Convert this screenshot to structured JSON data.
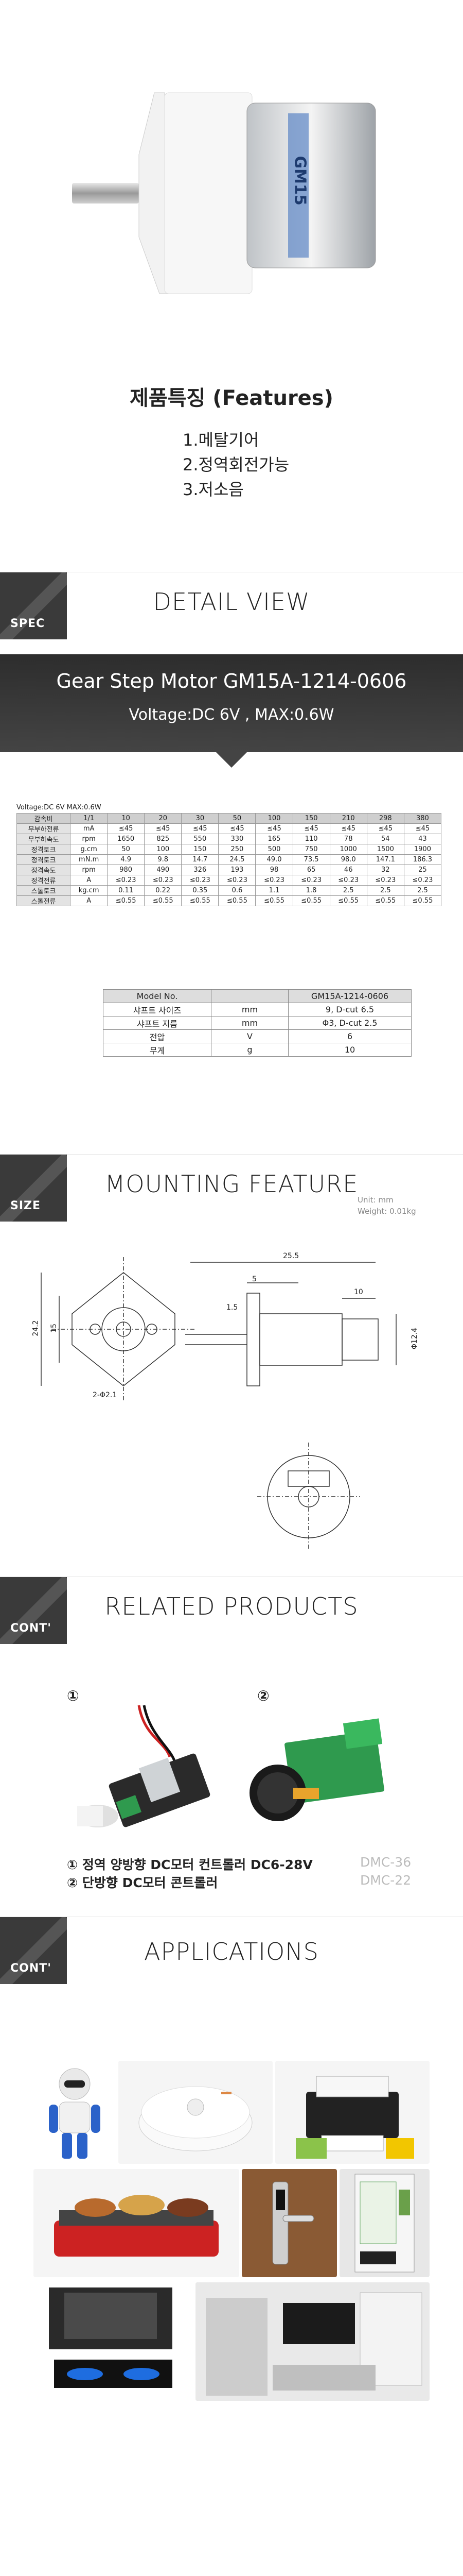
{
  "features": {
    "title": "제품특징 (Features)",
    "items": [
      "1.메탈기어",
      "2.정역회전가능",
      "3.저소음"
    ],
    "motor_label": "GM15"
  },
  "spec": {
    "tag": "SPEC",
    "title": "DETAIL VIEW",
    "banner_title": "Gear Step Motor GM15A-1214-0606",
    "banner_sub": "Voltage:DC 6V  , MAX:0.6W",
    "voltage_note": "Voltage:DC 6V    MAX:0.6W",
    "gear_table": {
      "header": [
        "감속비",
        "1/1",
        "10",
        "20",
        "30",
        "50",
        "100",
        "150",
        "210",
        "298",
        "380"
      ],
      "rows": [
        [
          "무부하전류",
          "mA",
          "≤45",
          "≤45",
          "≤45",
          "≤45",
          "≤45",
          "≤45",
          "≤45",
          "≤45",
          "≤45"
        ],
        [
          "무부하속도",
          "rpm",
          "1650",
          "825",
          "550",
          "330",
          "165",
          "110",
          "78",
          "54",
          "43"
        ],
        [
          "정격토크",
          "g.cm",
          "50",
          "100",
          "150",
          "250",
          "500",
          "750",
          "1000",
          "1500",
          "1900"
        ],
        [
          "정격토크",
          "mN.m",
          "4.9",
          "9.8",
          "14.7",
          "24.5",
          "49.0",
          "73.5",
          "98.0",
          "147.1",
          "186.3"
        ],
        [
          "정격속도",
          "rpm",
          "980",
          "490",
          "326",
          "193",
          "98",
          "65",
          "46",
          "32",
          "25"
        ],
        [
          "정격전류",
          "A",
          "≤0.23",
          "≤0.23",
          "≤0.23",
          "≤0.23",
          "≤0.23",
          "≤0.23",
          "≤0.23",
          "≤0.23",
          "≤0.23"
        ],
        [
          "스톨토크",
          "kg.cm",
          "0.11",
          "0.22",
          "0.35",
          "0.6",
          "1.1",
          "1.8",
          "2.5",
          "2.5",
          "2.5"
        ],
        [
          "스톨전류",
          "A",
          "≤0.55",
          "≤0.55",
          "≤0.55",
          "≤0.55",
          "≤0.55",
          "≤0.55",
          "≤0.55",
          "≤0.55",
          "≤0.55"
        ]
      ]
    },
    "model_table": {
      "header": [
        "Model No.",
        "",
        "GM15A-1214-0606"
      ],
      "rows": [
        [
          "샤프트 사이즈",
          "mm",
          "9, D-cut 6.5"
        ],
        [
          "샤프트 지름",
          "mm",
          "Φ3, D-cut 2.5"
        ],
        [
          "전압",
          "V",
          "6"
        ],
        [
          "무게",
          "g",
          "10"
        ]
      ]
    }
  },
  "size": {
    "tag": "SIZE",
    "title": "MOUNTING FEATURE",
    "unit": "Unit: mm",
    "weight": "Weight: 0.01kg",
    "dims": {
      "d1": "24.2",
      "d2": "15",
      "d3": "25.5",
      "d4": "5",
      "d5": "1.5",
      "d6": "10",
      "d7": "2-Φ2.1",
      "d8": "Φ12.4"
    }
  },
  "related": {
    "tag": "CONT'",
    "title": "RELATED PRODUCTS",
    "products": [
      {
        "num": "①",
        "desc": "① 정역 양방향 DC모터 컨트롤러 DC6-28V",
        "code": "DMC-36"
      },
      {
        "num": "②",
        "desc": "② 단방향 DC모터 콘트롤러",
        "code": "DMC-22"
      }
    ]
  },
  "apps": {
    "tag": "CONT'",
    "title": "APPLICATIONS",
    "items": [
      "robot",
      "robot-vacuum",
      "printer",
      "grill",
      "door-lock",
      "vending-machine",
      "range-hood",
      "living-room"
    ]
  },
  "colors": {
    "dark": "#3a3a3a",
    "green": "#2f9a4e",
    "accent": "#d23"
  }
}
